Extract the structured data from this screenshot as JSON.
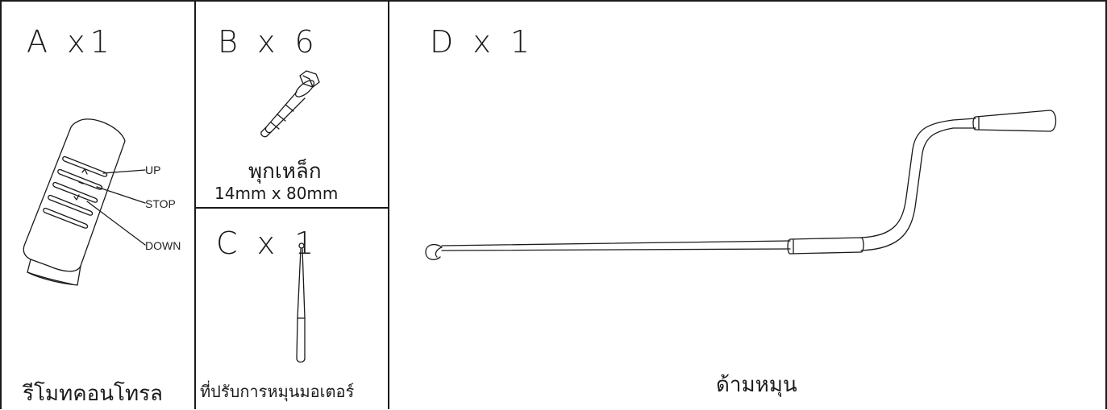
{
  "parts": {
    "a": {
      "heading": "A x1",
      "name": "รีโมทคอนโทรล"
    },
    "b": {
      "heading": "B x 6",
      "name": "พุกเหล็ก",
      "size": "14mm x 80mm"
    },
    "c": {
      "heading": "C x 1",
      "name": "ที่ปรับการหมุนมอเตอร์"
    },
    "d": {
      "heading": "D x 1",
      "name": "ด้ามหมุน"
    }
  },
  "remote_buttons": {
    "up": "UP",
    "stop": "STOP",
    "down": "DOWN"
  },
  "icons": [
    "remote-control-icon",
    "expansion-bolt-icon",
    "motor-adjust-tool-icon",
    "crank-handle-icon"
  ]
}
